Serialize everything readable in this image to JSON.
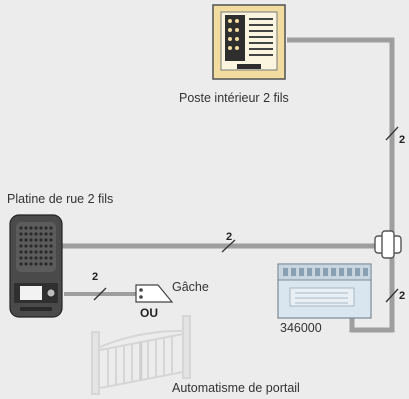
{
  "labels": {
    "indoor_station": "Poste intérieur 2 fils",
    "street_panel": "Platine de rue 2 fils",
    "lock": "Gâche",
    "or": "OU",
    "power_supply": "346000",
    "gate_automation": "Automatisme de portail"
  },
  "wire_counts": {
    "right_vertical": "2",
    "main_horizontal": "2",
    "lock_line": "2",
    "psu_line": "2"
  },
  "colors": {
    "background": "#ececec",
    "wire": "#9e9e9e",
    "indoor_body": "#f2dca0",
    "street_panel_body": "#4a4a4a",
    "psu_body": "#d9e6ef"
  },
  "icons": [
    "indoor-intercom-icon",
    "street-panel-icon",
    "power-supply-icon",
    "door-lock-icon",
    "gate-icon"
  ]
}
